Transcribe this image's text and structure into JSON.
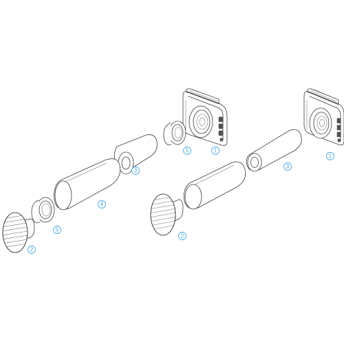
{
  "callouts": {
    "c1a": "1",
    "c5a": "5",
    "c3a": "3",
    "c4": "4",
    "c5b": "5",
    "c2a": "2",
    "c1b": "1",
    "c3b": "3",
    "c2b": "2"
  },
  "colors": {
    "callout": "#4aa8df",
    "line": "#3a3a3a"
  }
}
